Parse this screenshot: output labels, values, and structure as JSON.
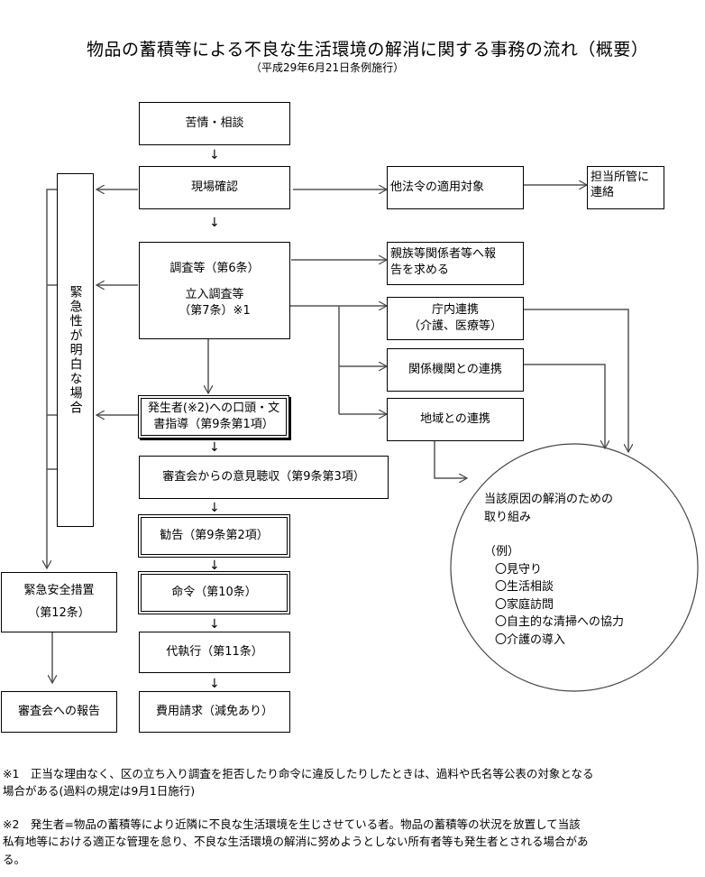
{
  "title": "物品の蓄積等による不良な生活環境の解消に関する事務の流れ（概要）",
  "subtitle": "（平成29年6月21日条例施行）",
  "flow": {
    "complaint": "苦情・相談",
    "site_check": "現場確認",
    "survey": [
      "調査等（第6条）",
      "立入調査等",
      "（第7条）※1"
    ],
    "guidance": [
      "発生者(※2)への口頭・文",
      "書指導（第9条第1項）"
    ],
    "council_opinion": "審査会からの意見聴収（第9条第3項）",
    "recommendation": "勧告（第9条第2項）",
    "order": "命令（第10条）",
    "execution": "代執行（第11条）",
    "cost_claim": "費用請求（減免あり）",
    "arrow_glyph": "↓"
  },
  "side": {
    "urgent": "緊急性が明白な場合",
    "emergency_measure": [
      "緊急安全措置",
      "（第12条）"
    ],
    "council_report": "審査会への報告"
  },
  "right": {
    "other_laws": "他法令の適用対象",
    "contact": [
      "担当所管に",
      "連絡"
    ],
    "relatives": [
      "親族等関係者等へ報",
      "告を求める"
    ],
    "internal": [
      "庁内連携",
      "（介護、医療等）"
    ],
    "agencies": "関係機関との連携",
    "community": "地域との連携"
  },
  "circle": {
    "heading": [
      "当該原因の解消のための",
      "取り組み"
    ],
    "example_label": "（例）",
    "items": [
      "〇見守り",
      "〇生活相談",
      "〇家庭訪問",
      "〇自主的な清掃への協力",
      "〇介護の導入"
    ]
  },
  "notes": {
    "note1": [
      "※1　正当な理由なく、区の立ち入り調査を拒否したり命令に違反したりしたときは、過料や氏名等公表の対象となる",
      "場合がある(過料の規定は9月1日施行)"
    ],
    "note2": [
      "※2　発生者=物品の蓄積等により近隣に不良な生活環境を生じさせている者。物品の蓄積等の状況を放置して当該",
      "私有地等における適正な管理を怠り、不良な生活環境の解消に努めようとしない所有者等も発生者とされる場合があ",
      "る。"
    ]
  }
}
